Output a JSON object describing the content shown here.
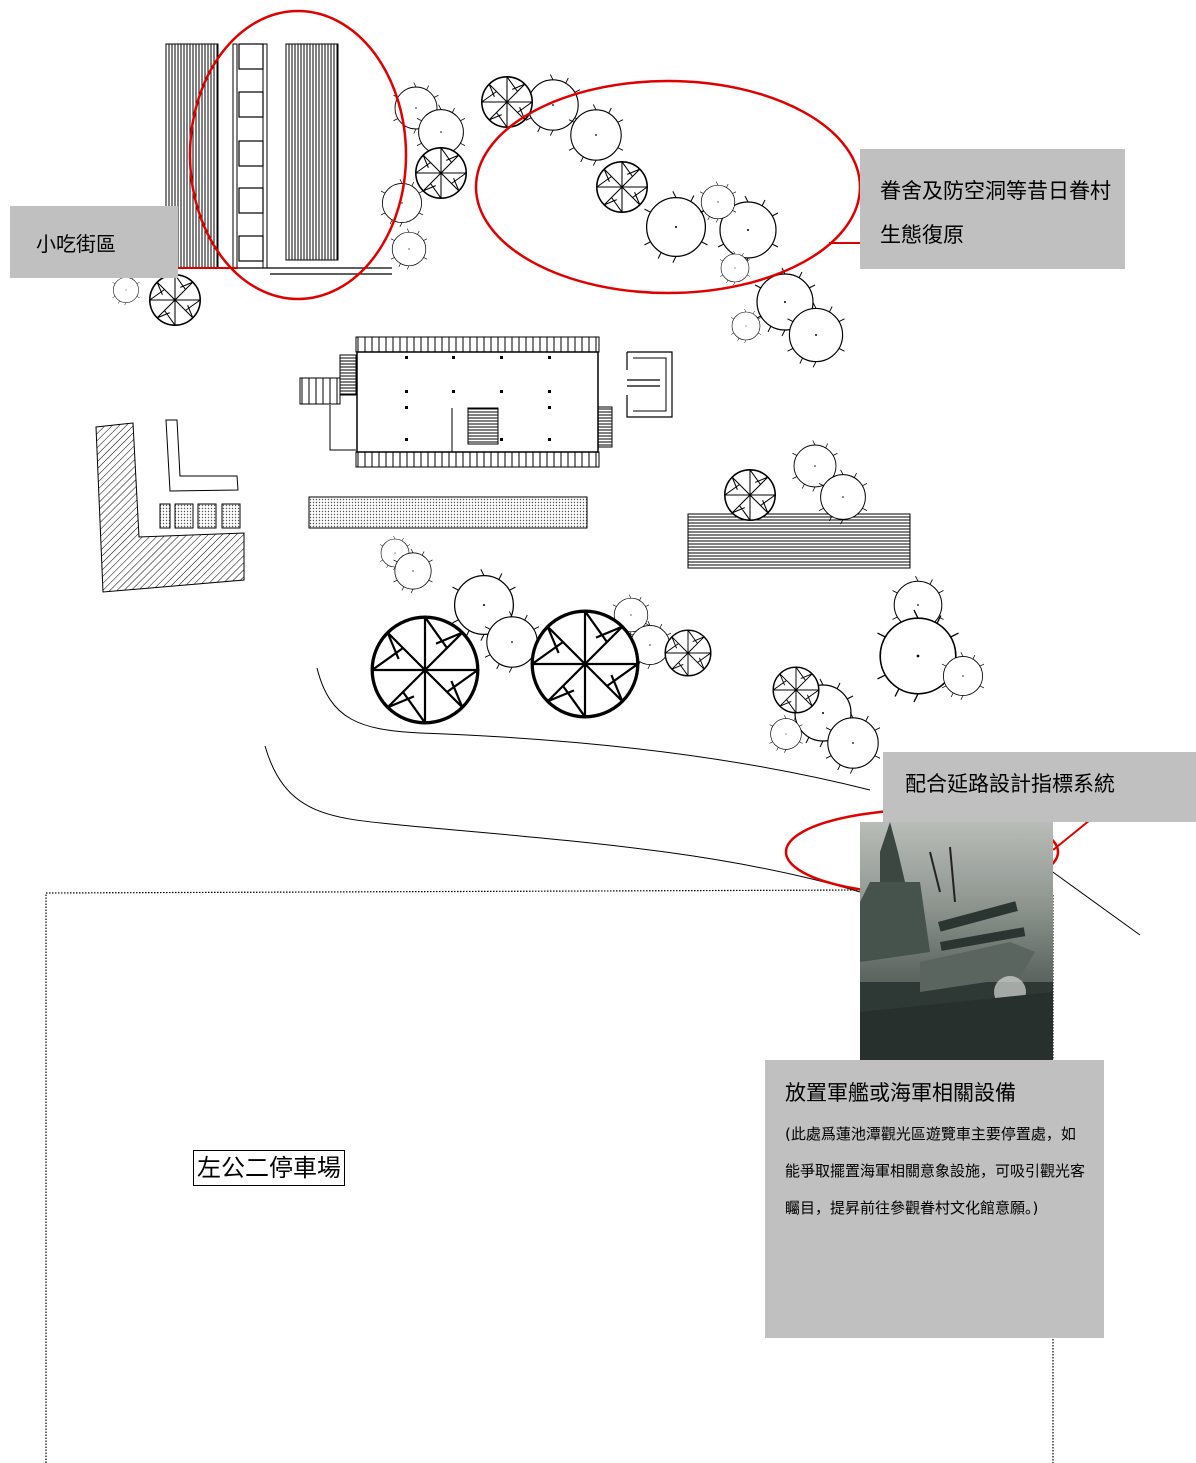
{
  "labels": {
    "food_street": "小吃街區",
    "village_restore": "眷舍及防空洞等昔日眷村生態復原",
    "signage": "配合延路設計指標系統",
    "ship_title": "放置軍艦或海軍相關設備",
    "ship_note": "(此處爲蓮池潭觀光區遊覽車主要停置處，如能爭取擺置海軍相關意象設施，可吸引觀光客矚目，提昇前往參觀眷村文化館意願。)",
    "parking": "左公二停車場"
  },
  "colors": {
    "callout_bg": "#c0c0c0",
    "highlight_ellipse": "#e00000",
    "linework": "#000000"
  },
  "photo": {
    "subject": "warship-deck-guns-photo"
  }
}
